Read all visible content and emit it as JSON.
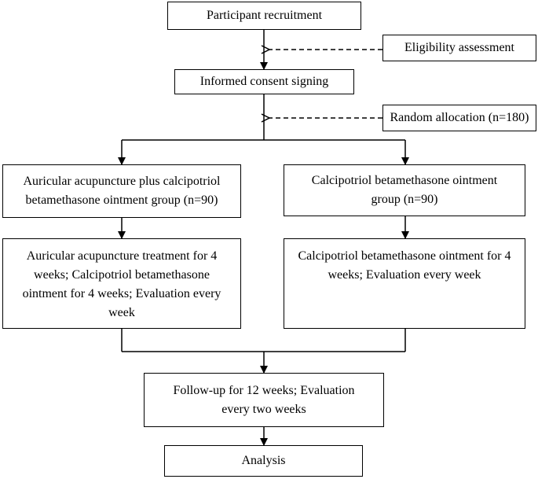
{
  "flowchart": {
    "participant_recruitment": "Participant recruitment",
    "eligibility_assessment": "Eligibility assessment",
    "informed_consent": "Informed consent signing",
    "random_allocation": "Random allocation (n=180)",
    "group_acupuncture": "Auricular acupuncture plus calcipotriol betamethasone ointment group (n=90)",
    "group_control": "Calcipotriol betamethasone ointment group (n=90)",
    "treatment_acupuncture": "Auricular acupuncture treatment for 4 weeks; Calcipotriol betamethasone ointment for 4 weeks; Evaluation every week",
    "treatment_control": "Calcipotriol betamethasone ointment for 4 weeks; Evaluation every week",
    "follow_up": "Follow-up for 12 weeks; Evaluation every two weeks",
    "analysis": "Analysis"
  }
}
